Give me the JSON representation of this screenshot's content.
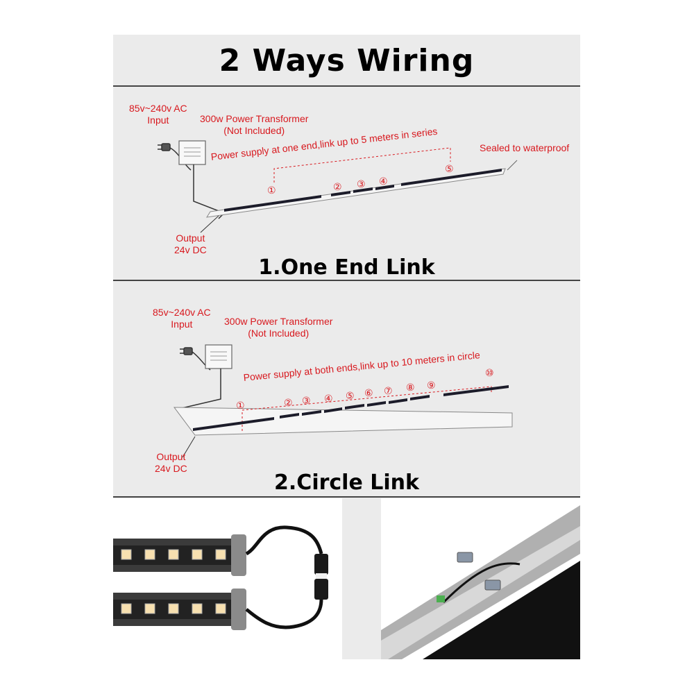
{
  "header": {
    "title": "2  Ways Wiring"
  },
  "section1": {
    "ac_input": "85v~240v AC\nInput",
    "transformer": "300w Power Transformer\n(Not Included)",
    "supply_note": "Power supply at one end,link up to 5 meters in series",
    "sealed": "Sealed to waterproof",
    "output": "Output\n24v DC",
    "markers": [
      "①",
      "②",
      "③",
      "④",
      "⑤"
    ],
    "title": "1.One End Link"
  },
  "section2": {
    "ac_input": "85v~240v AC\nInput",
    "transformer": "300w Power Transformer\n(Not Included)",
    "supply_note": "Power supply at both ends,link up to 10 meters in circle",
    "output": "Output\n24v DC",
    "markers": [
      "①",
      "②",
      "③",
      "④",
      "⑤",
      "⑥",
      "⑦",
      "⑧",
      "⑨",
      "⑩"
    ],
    "title": "2.Circle Link"
  },
  "colors": {
    "label": "#d8181e",
    "background": "#ebebeb",
    "bar": "#1c1c2a"
  }
}
